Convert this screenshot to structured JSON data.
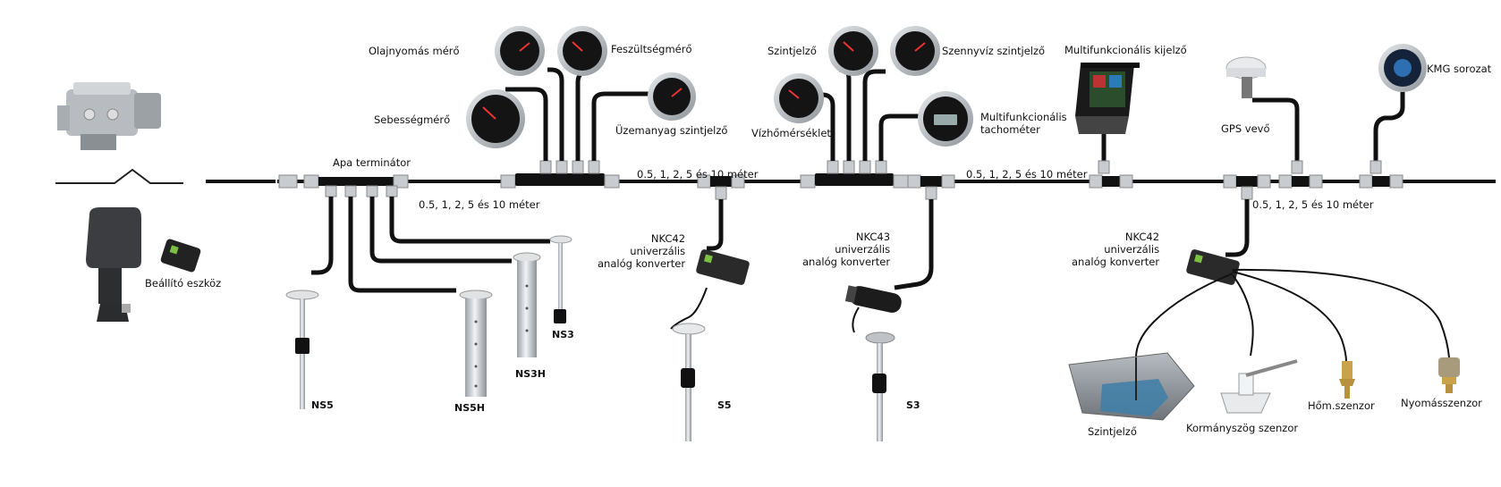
{
  "labels": {
    "olajnyomas": "Olajnyomás mérő",
    "feszultseg": "Feszültségmérő",
    "sebesseg": "Sebességmérő",
    "uzemanyag": "Üzemanyag szintjelző",
    "apa": "Apa terminátor",
    "cable1": "0.5, 1, 2, 5 és 10 méter",
    "cable2": "0.5, 1, 2, 5 és 10 méter",
    "cable3": "0.5, 1, 2, 5 és 10 méter",
    "cable4": "0.5, 1, 2, 5 és 10 méter",
    "beallito": "Beállító eszköz",
    "szintjelzo_gauge": "Szintjelző",
    "szennyviz": "Szennyvíz szintjelző",
    "vizhomerseklet": "Vízhőmérséklet",
    "multi_tacho": "Multifunkcionális\ntachométer",
    "multi_kijelzo": "Multifunkcionális kijelző",
    "gps": "GPS vevő",
    "kmg": "KMG sorozat",
    "nkc42a": "NKC42\nuniverzális\nanalóg konverter",
    "nkc43": "NKC43\nuniverzális\nanalóg konverter",
    "nkc42b": "NKC42\nuniverzális\nanalóg konverter",
    "ns5": "NS5",
    "ns5h": "NS5H",
    "ns3h": "NS3H",
    "ns3": "NS3",
    "s5": "S5",
    "s3": "S3",
    "szintjelzo_tank": "Szintjelző",
    "kormanyszog": "Kormányszög szenzor",
    "hom": "Hőm.szenzor",
    "nyomas": "Nyomásszenzor"
  },
  "colors": {
    "cable": "#111111",
    "connector": "#c8ccd0",
    "gauge_bezel": "#b9bec3",
    "gauge_face": "#141414",
    "tank": "#8e9399",
    "water": "#3d7fa8"
  },
  "icons": [
    "engine-icon",
    "outboard-motor-icon",
    "setup-tool-icon",
    "gauge-icon",
    "gps-antenna-icon",
    "display-icon",
    "level-sensor-icon",
    "converter-icon",
    "temperature-sensor-icon",
    "pressure-sensor-icon",
    "rudder-sensor-icon",
    "tank-icon"
  ]
}
